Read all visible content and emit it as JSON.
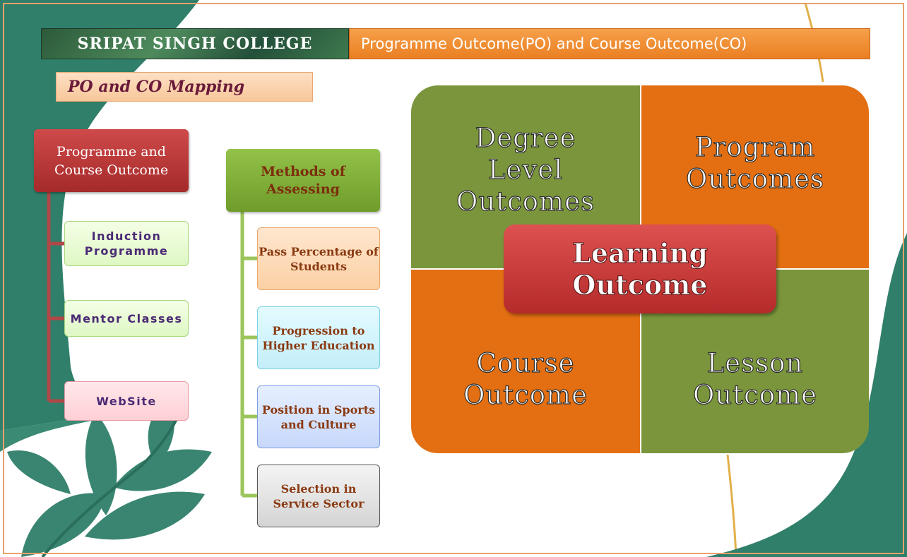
{
  "header": {
    "college": "SRIPAT SINGH COLLEGE",
    "subtitle": "Programme Outcome(PO) and Course Outcome(CO)"
  },
  "section_title": "PO and CO Mapping",
  "left_tree": {
    "root": "Programme and Course Outcome",
    "items": [
      "Induction Programme",
      "Mentor Classes",
      "WebSite"
    ]
  },
  "methods_tree": {
    "root": "Methods of Assessing",
    "items": [
      "Pass Percentage of Students",
      "Progression to Higher Education",
      "Position in Sports and Culture",
      "Selection in Service Sector"
    ]
  },
  "quadrants": {
    "top_left": "Degree Level Outcomes",
    "top_right": "Program Outcomes",
    "bottom_left": "Course Outcome",
    "bottom_right": "Lesson Outcome",
    "center": "Learning Outcome"
  },
  "colors": {
    "orange": "#e36f12",
    "olive": "#7a953c",
    "red": "#b52a2a",
    "teal": "#2f7f6a"
  }
}
